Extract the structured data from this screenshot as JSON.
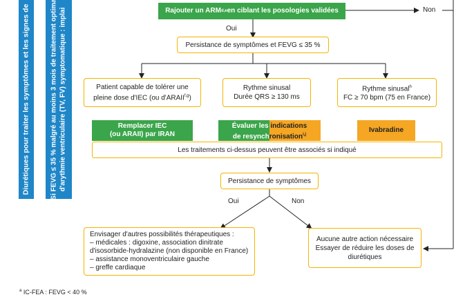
{
  "side_bars": {
    "bar1": [
      "Diurétiques pour traiter les symptômes et les signes de"
    ],
    "bar2": [
      "Si FEVG ≤ 35 % malgré au moins 3 mois de traitement optima",
      "d'arythmie ventriculaire (TV, FV) symptomatique : implai"
    ]
  },
  "top_green": {
    "text": "Rajouter un ARM",
    "sup": "d,e",
    "text2": " en ciblant les posologies validées"
  },
  "labels": {
    "oui1": "Oui",
    "non_top": "Non",
    "oui2": "Oui",
    "non2": "Non"
  },
  "persistance1": "Persistance de symptômes et FEVG ≤ 35 %",
  "branches": {
    "left_line1": "Patient capable de tolérer une",
    "left_line2": "pleine dose d'IEC (ou d'ARAII",
    "left_sup": "f,g",
    "left_line2_end": ")",
    "mid_line1": "Rythme sinusal",
    "mid_line2": "Durée QRS ≥ 130 ms",
    "right_line1": "Rythme sinusal",
    "right_sup": "h",
    "right_line2": "FC ≥ 70 bpm (75 en France)"
  },
  "actions": {
    "left_line1": "Remplacer IEC",
    "left_line2": "(ou ARAII) par IRAN",
    "mid_g1": "Évaluer les ",
    "mid_o1": "indications",
    "mid_g2": "de resynch",
    "mid_o2": "ronisation",
    "mid_sup": "i,j",
    "right": "Ivabradine"
  },
  "combine": "Les traitements ci-dessus peuvent être associés si indiqué",
  "persistance2": "Persistance de symptômes",
  "bottom_left": [
    "Envisager d'autres possibilités thérapeutiques :",
    "– médicales : digoxine, association dinitrate",
    "d'isosorbide-hydralazine (non disponible en France)",
    "– assistance monoventriculaire gauche",
    "– greffe cardiaque"
  ],
  "bottom_right": [
    "Aucune autre action nécessaire",
    "Essayer de réduire les doses de",
    "diurétiques"
  ],
  "footnote": {
    "sup": "a",
    "text": " IC-FEA : FEVG < 40 %"
  },
  "colors": {
    "blue": "#1f86c8",
    "green": "#3aa54a",
    "orange": "#f5a623",
    "border": "#f4b400"
  }
}
